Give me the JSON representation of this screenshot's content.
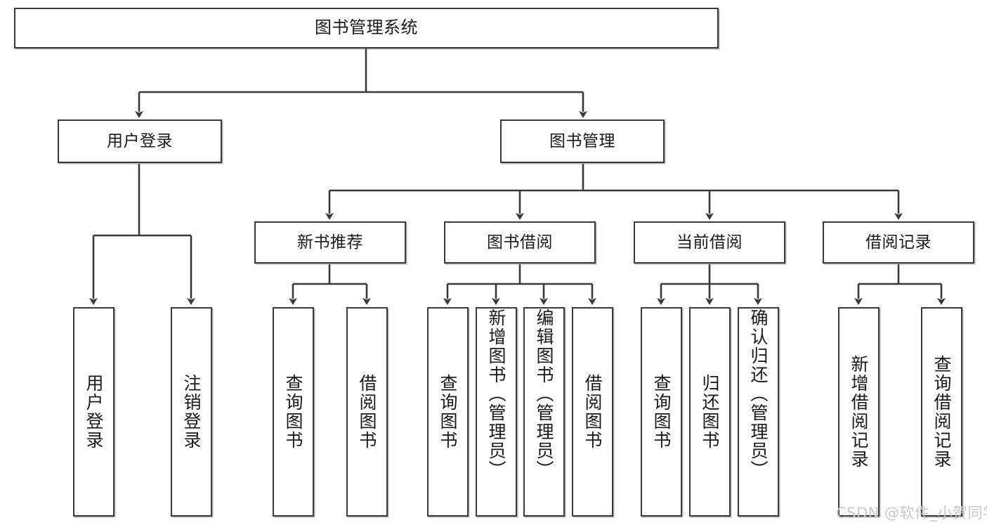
{
  "diagram": {
    "title": "图书管理系统",
    "type": "tree",
    "watermark": "CSDN @软件_小贺同学",
    "style": {
      "box_fill": "#ffffff",
      "box_stroke": "#3a3a3a",
      "text_color": "#1a1a1a",
      "edge_color": "#3a3a3a",
      "background": "#ffffff",
      "watermark_color": "#c9c9c9"
    },
    "root": {
      "label": "图书管理系统"
    },
    "level2": [
      {
        "label": "用户登录"
      },
      {
        "label": "图书管理"
      }
    ],
    "level3": [
      {
        "label": "新书推荐"
      },
      {
        "label": "图书借阅"
      },
      {
        "label": "当前借阅"
      },
      {
        "label": "借阅记录"
      }
    ],
    "leaves": {
      "user_login": [
        {
          "label": "用户登录"
        },
        {
          "label": "注销登录"
        }
      ],
      "new_book_recommend": [
        {
          "label": "查询图书"
        },
        {
          "label": "借阅图书"
        }
      ],
      "book_borrow": [
        {
          "label": "查询图书"
        },
        {
          "label": "新增图书（管理员）"
        },
        {
          "label": "编辑图书（管理员）"
        },
        {
          "label": "借阅图书"
        }
      ],
      "current_borrow": [
        {
          "label": "查询图书"
        },
        {
          "label": "归还图书"
        },
        {
          "label": "确认归还（管理员）"
        }
      ],
      "borrow_record": [
        {
          "label": "新增借阅记录"
        },
        {
          "label": "查询借阅记录"
        }
      ]
    }
  }
}
